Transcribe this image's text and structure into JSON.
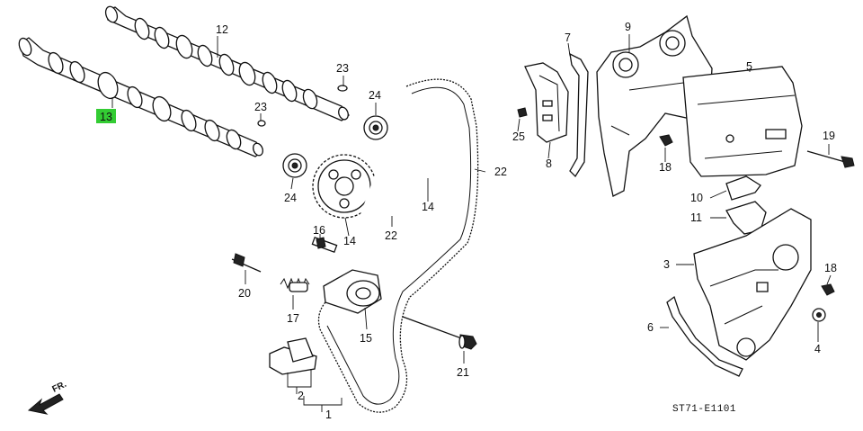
{
  "diagram_code": "ST71-E1101",
  "direction_label": "FR.",
  "highlight_color": "#33cc33",
  "highlighted_part": "13",
  "callouts": {
    "c1": "1",
    "c2": "2",
    "c3": "3",
    "c4": "4",
    "c5": "5",
    "c6": "6",
    "c7": "7",
    "c8": "8",
    "c9": "9",
    "c10": "10",
    "c11": "11",
    "c12": "12",
    "c13": "13",
    "c14a": "14",
    "c14b": "14",
    "c15": "15",
    "c16": "16",
    "c17": "17",
    "c18a": "18",
    "c18b": "18",
    "c19": "19",
    "c20": "20",
    "c21": "21",
    "c22a": "22",
    "c22b": "22",
    "c23a": "23",
    "c23b": "23",
    "c24a": "24",
    "c24b": "24",
    "c25": "25"
  }
}
